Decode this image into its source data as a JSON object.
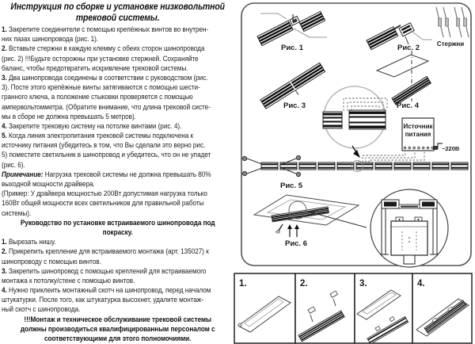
{
  "colors": {
    "ink": "#1a1a1a",
    "line_gray": "#999999"
  },
  "document": {
    "title_lines": [
      "Инструкция по сборке и установке низковольтной",
      "трековой системы."
    ],
    "lines": [
      {
        "prefix": "1.",
        "text": " Закрепите соединители с помощью крепёжных винтов во внутрен-"
      },
      {
        "text": "них пазах шинопровода (рис. 1)."
      },
      {
        "prefix": "2.",
        "text": " Вставьте стержни в каждую клемму с обеих сторон шинопровода"
      },
      {
        "text": "(рис. 2) !!!Будьте осторожны при установке стержней. Сохраняйте"
      },
      {
        "text": "баланс, чтобы предотвратить искривление трековой системы."
      },
      {
        "prefix": "3.",
        "text": " Два шинопровода соединены в соответствии с руководством (рис."
      },
      {
        "text": "3). Посте этого крепёжные винты затягиваются с помощью шести-"
      },
      {
        "text": "гранного ключа, а положение стыковки проверяется с помощью"
      },
      {
        "text": "ампервольтомметра. (Обратите внимание, что длина трековой систе-"
      },
      {
        "text": "мы в сборе не должна превышать 5 метров)."
      },
      {
        "prefix": "4.",
        "text": " Закрепите трековую систему на потолке винтами (рис. 4)."
      },
      {
        "prefix": "5.",
        "text": " Когда линия электропитания трековой системы подключена к"
      },
      {
        "text": "источнику питания (убедитесь в том, что Вы сделали это верно рис."
      },
      {
        "text": "5) поместите светильник в шинопровод и убедитесь, что он не упадет"
      },
      {
        "text": "(рис. 6)."
      },
      {
        "prefix": "Примечание:",
        "prefix_style": "bold-italic",
        "text": " Нагрузка трековой системы не должна превышать 80%"
      },
      {
        "text": "выходной мощности драйвера."
      },
      {
        "text": "(Пример: У драйвера мощностью 200Вт допустимая нагрузка только"
      },
      {
        "text": "160Вт общей мощности всех светильников для правильной работы"
      },
      {
        "text": "системы)."
      },
      {
        "style": "center",
        "text": "Руководство по установке встраиваемого шинопровода под"
      },
      {
        "style": "center",
        "text": "покраску."
      },
      {
        "prefix": "1.",
        "text": " Вырезать нишу."
      },
      {
        "prefix": "2.",
        "text": " Прикрепить крепление для встраиваемого монтажа (арт. 135027) к"
      },
      {
        "text": "шинопроводу с помощью винтов."
      },
      {
        "prefix": "3.",
        "text": " Закрепить шинопровод с помощью креплений для встраиваемого"
      },
      {
        "text": "монтажа к потолку/стене с помощью винтов."
      },
      {
        "prefix": "4.",
        "text": " Нужно приклеить монтажный скотч на шинопровод, перед началом"
      },
      {
        "text": "штукатурки. После того, как штукатурка высохнет, удалите монтаж-"
      },
      {
        "text": "ный скотч с шинопровода."
      },
      {
        "style": "center",
        "text": "!!!Монтаж и техническое обслуживание трековой системы"
      },
      {
        "style": "center",
        "text": "должны производиться квалифицированным персоналом с"
      },
      {
        "style": "center",
        "text": "соответствующими для этого полномочиями."
      }
    ]
  },
  "diagrams": {
    "fig1_label": "Рис. 1",
    "fig2_label": "Рис. 2",
    "fig3_label": "Рис. 3",
    "fig4_label": "Рис. 4",
    "fig5_label": "Рис. 5",
    "fig6_label": "Рис. 6",
    "rods_label": "Стержни",
    "power_supply": {
      "line1": "Источник",
      "line2": "питания",
      "voltage": "~220В"
    },
    "steps": [
      "1.",
      "2.",
      "3.",
      "4."
    ]
  }
}
